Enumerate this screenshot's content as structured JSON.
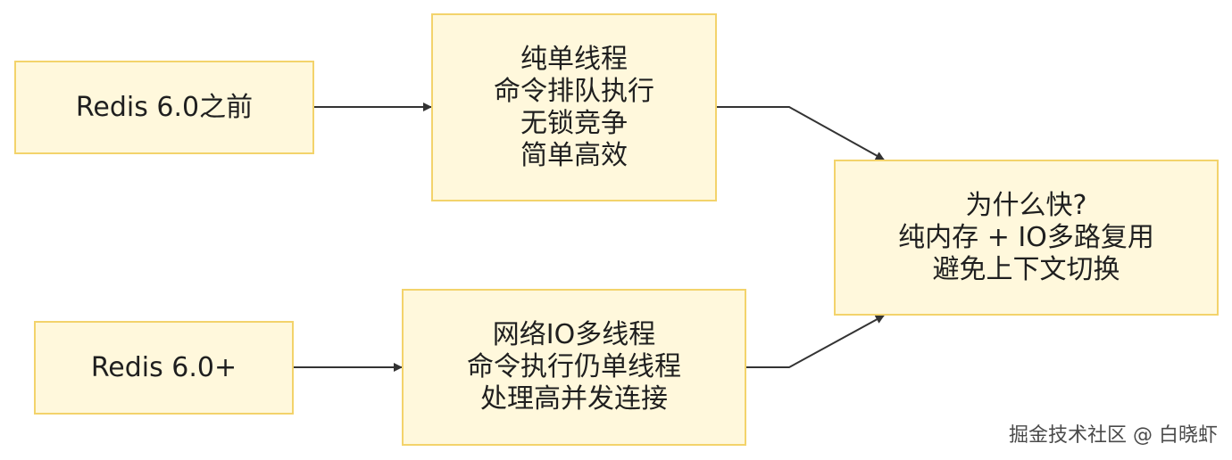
{
  "nodes": {
    "before": {
      "lines": [
        "Redis 6.0之前"
      ]
    },
    "single_thread": {
      "lines": [
        "纯单线程",
        "命令排队执行",
        "无锁竞争",
        "简单高效"
      ]
    },
    "why_fast": {
      "lines": [
        "为什么快?",
        "纯内存 + IO多路复用",
        "避免上下文切换"
      ]
    },
    "after": {
      "lines": [
        "Redis 6.0+"
      ]
    },
    "multi_io": {
      "lines": [
        "网络IO多线程",
        "命令执行仍单线程",
        "处理高并发连接"
      ]
    }
  },
  "edges": [
    {
      "from": "before",
      "to": "single_thread"
    },
    {
      "from": "single_thread",
      "to": "why_fast"
    },
    {
      "from": "after",
      "to": "multi_io"
    },
    {
      "from": "multi_io",
      "to": "why_fast"
    }
  ],
  "colors": {
    "node_fill": "#fff8dc",
    "node_border": "#f3d36b",
    "edge": "#333333",
    "text": "#1f1f1f"
  },
  "watermark": "掘金技术社区 @ 白晓虾"
}
